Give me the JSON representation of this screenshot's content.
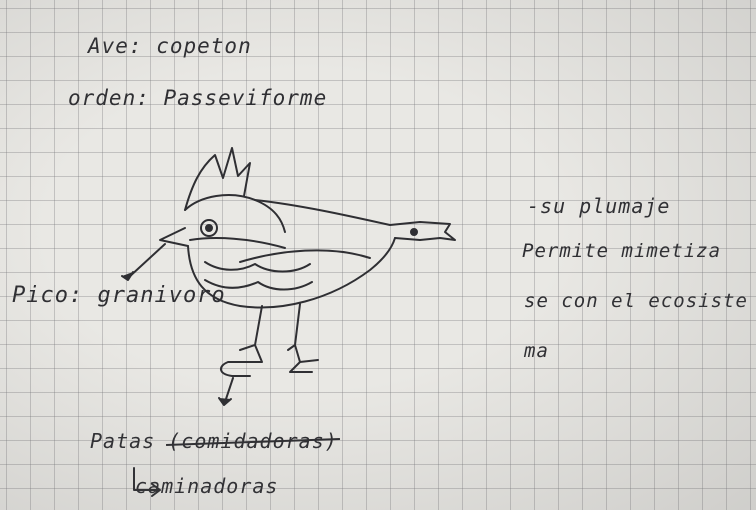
{
  "notes": {
    "bird_label": "Ave: copeton",
    "order_label": "orden: Passeviforme",
    "beak_label": "Pico: granivoro",
    "legs_label_prefix": "Patas ",
    "legs_label_struck": "(comidadoras)",
    "legs_arrow_text": "caminadoras",
    "plumage_note_lines": [
      "-su plumaje",
      "Permite mimetiza",
      "se con el ecosiste",
      "ma"
    ]
  },
  "colors": {
    "paper": "#e9e8e4",
    "grid": "#8a8a90",
    "ink": "#2f2f33"
  }
}
